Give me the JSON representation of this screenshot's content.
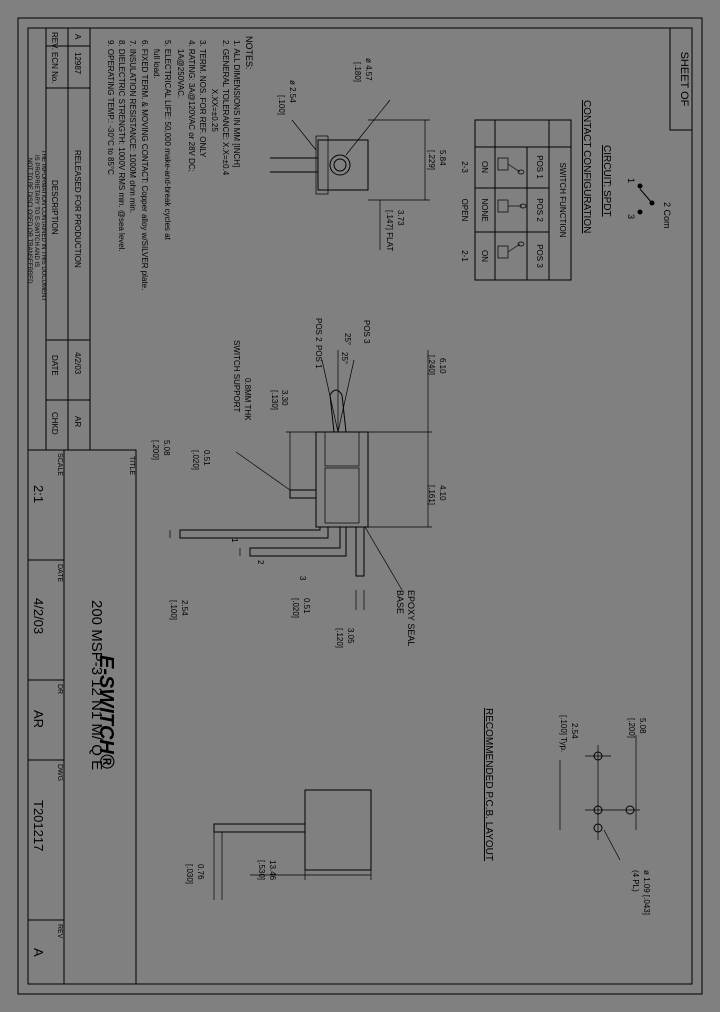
{
  "sheet": {
    "label": "SHEET OF"
  },
  "circuit": {
    "title": "CIRCUIT: SPDT",
    "pin_labels": [
      "2 Com",
      "1",
      "3"
    ]
  },
  "contact_table": {
    "title": "CONTACT CONFIGURATION",
    "header": "SWITCH FUNCTION",
    "positions": [
      "POS 1",
      "POS 2",
      "POS 3"
    ],
    "states": [
      "ON",
      "NONE",
      "ON"
    ],
    "terms": [
      "2-3",
      "OPEN",
      "2-1"
    ]
  },
  "top_view": {
    "dims": [
      "ø 4.57",
      "[.180]",
      "ø 2.54",
      "[.100]",
      "5.84",
      "[.229]",
      "3.73",
      "[.147] FLAT"
    ]
  },
  "side_view": {
    "positions": [
      "POS 2",
      "POS 1",
      "POS 3"
    ],
    "angle": "25°",
    "angle2": "25°",
    "dims": [
      "6.10",
      "[.240]",
      "4.10",
      "[.161]",
      "3.30",
      "[.130]",
      "0.8MM THK",
      "SWITCH SUPPORT",
      "0.51",
      "[.020]",
      "2.54",
      "[.100]",
      "0.51",
      "[.020]",
      "3.05",
      "[.120]",
      "5.08",
      "[.200]"
    ],
    "terminals": [
      "1",
      "2",
      "3"
    ],
    "epoxy": [
      "EPOXY SEAL",
      "BASE"
    ]
  },
  "pcb": {
    "title": "RECOMMENDED P.C.B. LAYOUT",
    "dims": [
      "5.08",
      "[.200]",
      "2.54",
      "[.100] Typ.",
      "ø 1.09 [.043]",
      "(4 PL)"
    ]
  },
  "end_view": {
    "dims": [
      "13.46",
      "[.530]",
      "0.76",
      "[.030]"
    ]
  },
  "notes": {
    "title": "NOTES:",
    "lines": [
      "1. ALL DIMENSIONS IN MM [INCH]",
      "2. GENERAL TOLERANCE: X.X=±0.4",
      "                      X.XX=±0.25",
      "3. TERM. NOS. FOR REF. ONLY",
      "4. RATING: 3A@120VAC or 28V DC;",
      "    1A@250VAC.",
      "5. ELECTRICAL LIFE: 50,000 make-and-break cycles at",
      "    full load.",
      "6. FIXED TERM. & MOVING CONTACT: Copper alloy w/SILVER plate.",
      "7. INSULATION RESISTANCE: 1000M ohm min.",
      "8. DIELECTRIC STRENGTH: 1000V RMS min. @sea level.",
      "9. OPERATING TEMP.: -30°C to 85°C"
    ]
  },
  "revision": {
    "headers": [
      "REV.",
      "ECN No.",
      "DESCRIPTION",
      "DATE",
      "CHKD"
    ],
    "row": [
      "A",
      "12987",
      "RELEASED FOR PRODUCTION",
      "4/2/03",
      "AR"
    ]
  },
  "proprietary": [
    "THE INFORMATION CONTAINED IN THIS DOCUMENT",
    "IS PROPRIETARY TO E-SWITCH AND IS",
    "NOT TO BE DISCLOSED OR TRANSFERRED"
  ],
  "title_block": {
    "title_label": "TITLE",
    "title": "200 MSP-3 12 N1 M/ Q E",
    "scale_label": "SCALE",
    "scale": "2:1",
    "date_label": "DATE",
    "date": "4/2/03",
    "dr_label": "DR",
    "drawn_by": "AR",
    "dwg_label": "DWG",
    "dwg_no": "T201217",
    "rev_label": "REV",
    "rev": "A",
    "logo": "E-SWITCH®"
  }
}
